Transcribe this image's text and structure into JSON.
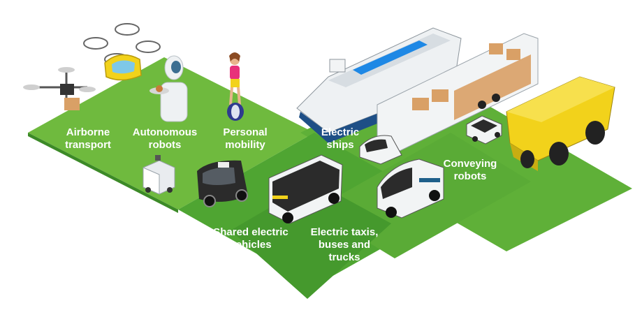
{
  "colors": {
    "grass_light": "#7bc043",
    "grass_mid": "#5aad35",
    "grass_dark": "#3f962a",
    "label_text": "#ffffff",
    "vehicle_dark": "#2b2b2b",
    "vehicle_white": "#f2f4f5",
    "truck_yellow": "#f2d21b",
    "box_tan": "#d9a066",
    "screen_blue": "#1e88e5"
  },
  "labels": {
    "airborne": [
      "Airborne",
      "transport"
    ],
    "autonomous": [
      "Autonomous",
      "robots"
    ],
    "personal": [
      "Personal",
      "mobility"
    ],
    "ships": [
      "Electric",
      "ships"
    ],
    "conveying": [
      "Conveying",
      "robots"
    ],
    "shared": [
      "Shared electric",
      "vehicles"
    ],
    "taxis": [
      "Electric taxis,",
      "buses and",
      "trucks"
    ]
  },
  "icons": [
    "drone-icon",
    "air-taxi-icon",
    "service-robot-icon",
    "delivery-robot-icon",
    "unicycle-rider-icon",
    "shuttle-pod-icon",
    "electric-bus-icon",
    "electric-van-icon",
    "ferry-ship-icon",
    "trailer-truck-icon",
    "mining-dump-truck-icon",
    "conveyor-cart-icon"
  ]
}
